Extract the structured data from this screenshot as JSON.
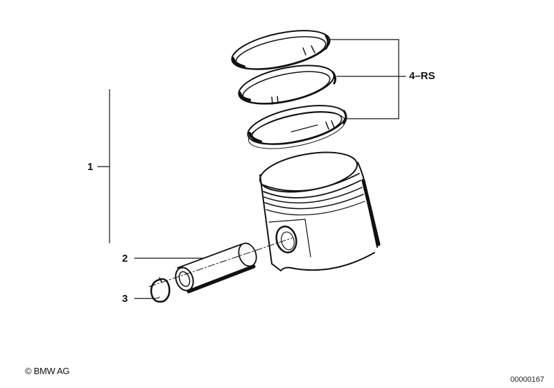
{
  "diagram": {
    "title": "Piston with rings, pin and circlip (exploded view)",
    "callouts": [
      {
        "id": "1",
        "label": "1",
        "part": "piston assembly (bracket)"
      },
      {
        "id": "2",
        "label": "2",
        "part": "piston pin"
      },
      {
        "id": "3",
        "label": "3",
        "part": "circlip"
      },
      {
        "id": "4",
        "label": "4–RS",
        "part": "piston ring set (3 rings)"
      }
    ],
    "components": [
      "piston-ring-top",
      "piston-ring-middle",
      "piston-ring-bottom",
      "piston",
      "piston-pin",
      "circlip"
    ]
  },
  "footer": {
    "copyright": "© BMW AG",
    "drawing_number": "00000167"
  },
  "colors": {
    "ink": "#111111",
    "background": "#ffffff"
  }
}
